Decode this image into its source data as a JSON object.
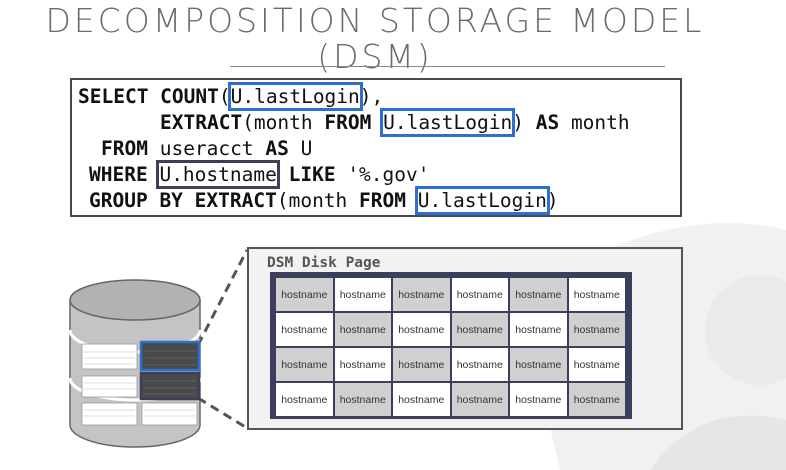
{
  "title": {
    "line1": "DECOMPOSITION STORAGE MODEL",
    "line2": "(DSM)"
  },
  "query": {
    "l1": {
      "kw1": "SELECT COUNT",
      "p1": "(",
      "col": "U.lastLogin",
      "p2": "),"
    },
    "l2": {
      "kw1": "EXTRACT",
      "p1": "(month ",
      "kw2": "FROM",
      "col": "U.lastLogin",
      "p2": ") ",
      "kw3": "AS",
      "p3": " month"
    },
    "l3": {
      "kw1": "FROM",
      "p1": " useracct ",
      "kw2": "AS",
      "p2": " U"
    },
    "l4": {
      "kw1": "WHERE",
      "col": "U.hostname",
      "kw2": "LIKE",
      "p1": " '%.gov'"
    },
    "l5": {
      "kw1": "GROUP BY EXTRACT",
      "p1": "(month ",
      "kw2": "FROM",
      "col": "U.lastLogin",
      "p2": ")"
    }
  },
  "disk_page": {
    "label": "DSM Disk Page",
    "rows": [
      [
        "hostname",
        "hostname",
        "hostname",
        "hostname",
        "hostname",
        "hostname"
      ],
      [
        "hostname",
        "hostname",
        "hostname",
        "hostname",
        "hostname",
        "hostname"
      ],
      [
        "hostname",
        "hostname",
        "hostname",
        "hostname",
        "hostname",
        "hostname"
      ],
      [
        "hostname",
        "hostname",
        "hostname",
        "hostname",
        "hostname",
        "hostname"
      ]
    ]
  },
  "colors": {
    "highlight": "#2c6fd1",
    "selected_page": "#3b3f5c",
    "title": "#6b6b6b"
  }
}
